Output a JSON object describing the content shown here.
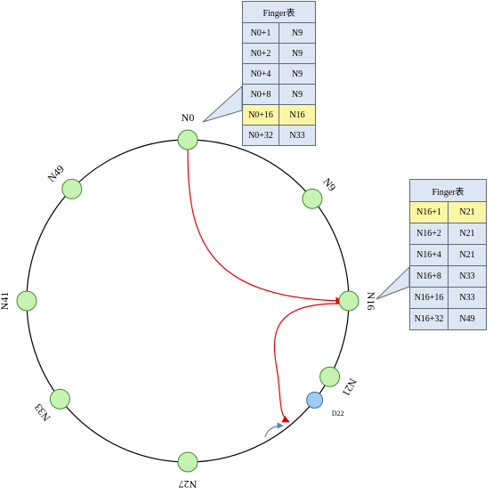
{
  "nodes": [
    {
      "label": "N0",
      "angle": 0
    },
    {
      "label": "N9",
      "angle": 50.625
    },
    {
      "label": "N16",
      "angle": 90
    },
    {
      "label": "N21",
      "angle": 118.125
    },
    {
      "label": "N27",
      "angle": 180
    },
    {
      "label": "N33",
      "angle": 232.5
    },
    {
      "label": "N41",
      "angle": 270
    },
    {
      "label": "N49",
      "angle": 314
    }
  ],
  "key": {
    "label": "D22",
    "angle": 128
  },
  "finger_tables": {
    "n0": {
      "title": "Finger表",
      "rows": [
        {
          "start": "N0+1",
          "node": "N9",
          "highlight": false
        },
        {
          "start": "N0+2",
          "node": "N9",
          "highlight": false
        },
        {
          "start": "N0+4",
          "node": "N9",
          "highlight": false
        },
        {
          "start": "N0+8",
          "node": "N9",
          "highlight": false
        },
        {
          "start": "N0+16",
          "node": "N16",
          "highlight": true
        },
        {
          "start": "N0+32",
          "node": "N33",
          "highlight": false
        }
      ]
    },
    "n16": {
      "title": "Finger表",
      "rows": [
        {
          "start": "N16+1",
          "node": "N21",
          "highlight": true
        },
        {
          "start": "N16+2",
          "node": "N21",
          "highlight": false
        },
        {
          "start": "N16+4",
          "node": "N21",
          "highlight": false
        },
        {
          "start": "N16+8",
          "node": "N33",
          "highlight": false
        },
        {
          "start": "N16+16",
          "node": "N33",
          "highlight": false
        },
        {
          "start": "N16+32",
          "node": "N49",
          "highlight": false
        }
      ]
    }
  },
  "colors": {
    "node_fill": "#c6f3b2",
    "node_stroke": "#3f8a2e",
    "key_fill": "#9ecbf0",
    "key_stroke": "#3a6ea5",
    "lookup_arrow": "#e00000",
    "key_arrow": "#5a86c2",
    "table_fill": "#dde6f3",
    "table_highlight": "#fbf6a4"
  }
}
